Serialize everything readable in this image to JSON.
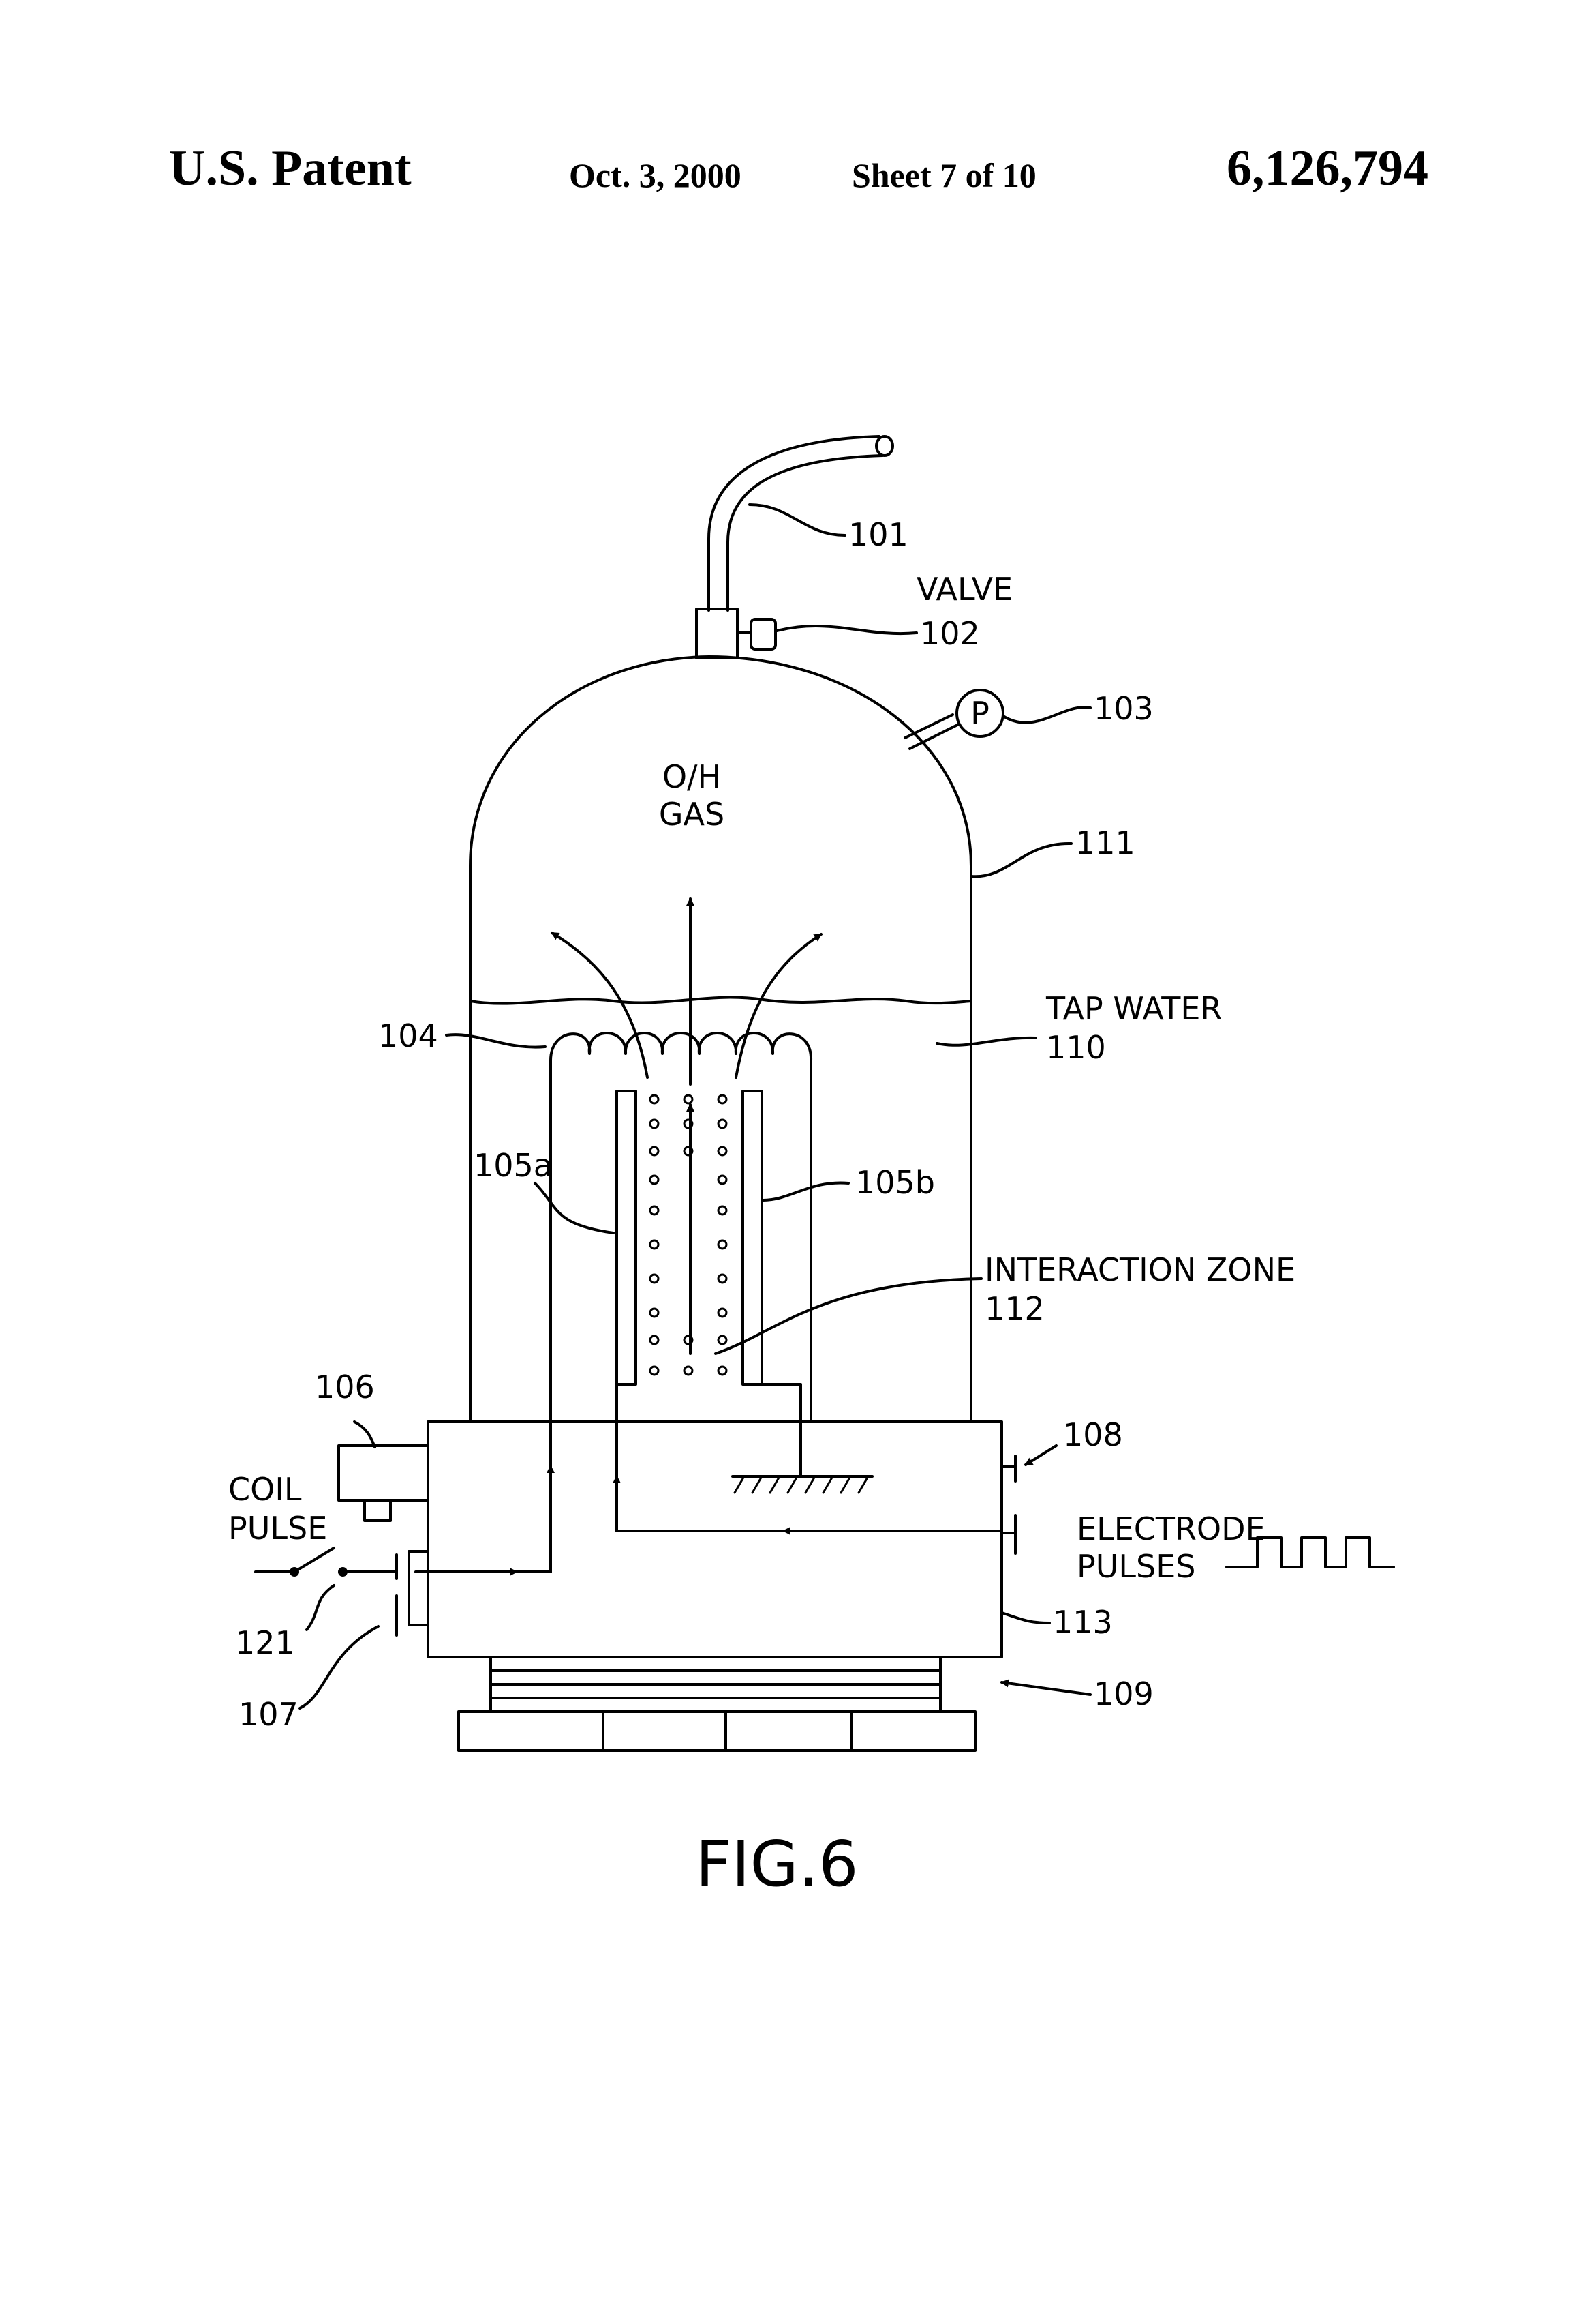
{
  "header": {
    "left": "U.S. Patent",
    "date": "Oct. 3, 2000",
    "sheet": "Sheet 7 of 10",
    "number": "6,126,794"
  },
  "labels": {
    "l101": "101",
    "valve": "VALVE",
    "l102": "102",
    "gauge": "P",
    "l103": "103",
    "gas1": "O/H",
    "gas2": "GAS",
    "l111": "111",
    "tap1": "TAP WATER",
    "tap2": "110",
    "l104": "104",
    "l105a": "105a",
    "l105b": "105b",
    "iz1": "INTERACTION ZONE",
    "iz2": "112",
    "l106": "106",
    "coil1": "COIL",
    "coil2": "PULSE",
    "l108": "108",
    "ep1": "ELECTRODE",
    "ep2": "PULSES",
    "l121": "121",
    "l113": "113",
    "l107": "107",
    "l109": "109"
  },
  "figure_label": "FIG.6"
}
